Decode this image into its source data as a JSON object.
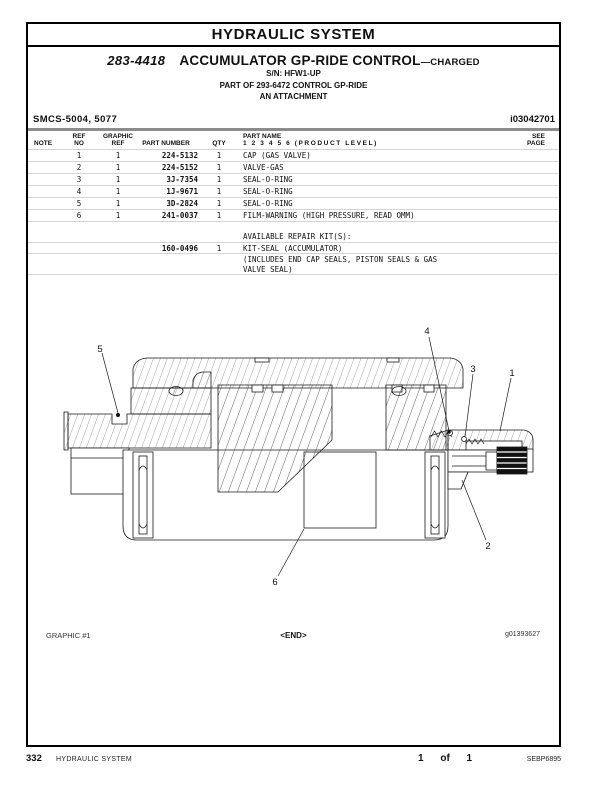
{
  "banner": {
    "title": "HYDRAULIC SYSTEM"
  },
  "header": {
    "assembly_number": "283-4418",
    "title": "ACCUMULATOR GP-RIDE CONTROL",
    "title_suffix": "—CHARGED",
    "serial_range": "S/N: HFW1-UP",
    "parent_assembly": "PART OF 293-6472 CONTROL GP-RIDE",
    "attachment_note": "AN ATTACHMENT",
    "smcs_code": "SMCS-5004, 5077",
    "media_id": "i03042701"
  },
  "table": {
    "headers": {
      "note": "NOTE",
      "ref_line1": "REF",
      "ref_line2": "NO",
      "graphic_line1": "GRAPHIC",
      "graphic_line2": "REF",
      "part_number": "PART NUMBER",
      "qty": "QTY",
      "part_name_line1": "PART NAME",
      "part_name_line2": "1 2 3 4 5 6 (PRODUCT LEVEL)",
      "see_line1": "SEE",
      "see_line2": "PAGE"
    },
    "rows": [
      {
        "ref": "1",
        "graphic": "1",
        "part": "224-5132",
        "qty": "1",
        "name": "CAP (GAS VALVE)"
      },
      {
        "ref": "2",
        "graphic": "1",
        "part": "224-5152",
        "qty": "1",
        "name": "VALVE-GAS"
      },
      {
        "ref": "3",
        "graphic": "1",
        "part": "3J-7354",
        "qty": "1",
        "name": "SEAL-O-RING"
      },
      {
        "ref": "4",
        "graphic": "1",
        "part": "1J-9671",
        "qty": "1",
        "name": "SEAL-O-RING"
      },
      {
        "ref": "5",
        "graphic": "1",
        "part": "3D-2824",
        "qty": "1",
        "name": "SEAL-O-RING"
      },
      {
        "ref": "6",
        "graphic": "1",
        "part": "241-0037",
        "qty": "1",
        "name": "FILM-WARNING (HIGH PRESSURE, READ OMM)"
      }
    ],
    "repair_kit": {
      "heading": "AVAILABLE REPAIR KIT(S):",
      "part": "160-0496",
      "qty": "1",
      "name": "KIT-SEAL (ACCUMULATOR)",
      "note_line1": "(INCLUDES END CAP SEALS, PISTON SEALS & GAS",
      "note_line2": "VALVE SEAL)"
    }
  },
  "diagram": {
    "callouts": [
      {
        "label": "1"
      },
      {
        "label": "2"
      },
      {
        "label": "3"
      },
      {
        "label": "4"
      },
      {
        "label": "5"
      },
      {
        "label": "6"
      }
    ],
    "caption_left": "GRAPHIC #1",
    "caption_center": "<END>",
    "caption_right": "g01393627"
  },
  "footer": {
    "page_number": "332",
    "section_title": "HYDRAULIC SYSTEM",
    "sheet_label": "1 of 1",
    "manual_code": "SEBP6895"
  }
}
